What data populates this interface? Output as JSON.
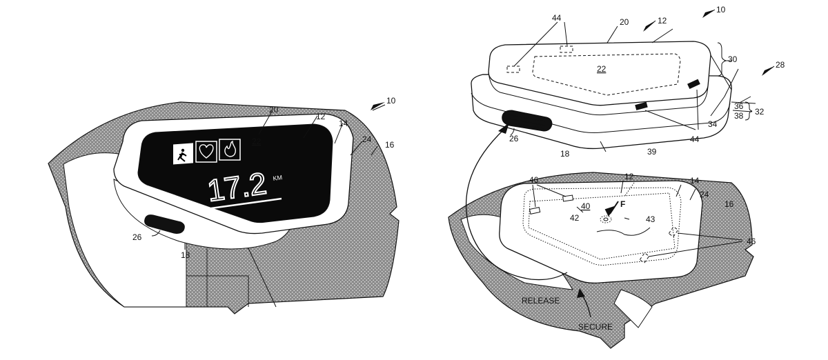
{
  "figure_left": {
    "labels": {
      "ref_10": "10",
      "ref_20": "20",
      "ref_12": "12",
      "ref_14": "14",
      "ref_22": "22",
      "ref_24": "24",
      "ref_16": "16",
      "ref_26": "26",
      "ref_18": "18"
    },
    "display": {
      "distance_value": "17.2",
      "distance_unit": "KM"
    },
    "icons": [
      "runner-icon",
      "heart-icon",
      "flame-icon"
    ]
  },
  "figure_right": {
    "labels": {
      "ref_10": "10",
      "ref_20": "20",
      "ref_12_top": "12",
      "ref_44_top": "44",
      "ref_22": "22",
      "ref_30": "30",
      "ref_28": "28",
      "ref_36": "36",
      "ref_38": "38",
      "ref_32": "32",
      "ref_34": "34",
      "ref_44_side": "44",
      "ref_39": "39",
      "ref_26": "26",
      "ref_18": "18",
      "ref_46_top": "46",
      "ref_12_band": "12",
      "ref_14": "14",
      "ref_24": "24",
      "ref_16": "16",
      "ref_40": "40",
      "ref_F": "F",
      "ref_42": "42",
      "ref_43": "43",
      "ref_46_right": "46",
      "release": "RELEASE",
      "secure": "SECURE"
    }
  }
}
